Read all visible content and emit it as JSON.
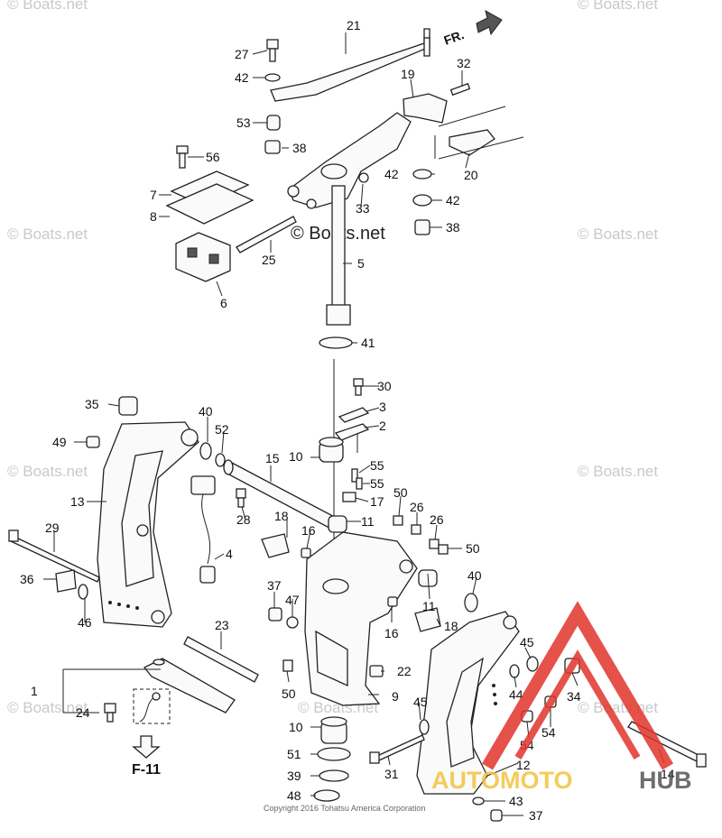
{
  "watermark": {
    "main": "© Boats.net",
    "repeat": "© Boats.net",
    "copyright": "Copyright 2016 Tohatsu America Corporation"
  },
  "direction_label": "FR.",
  "reference_label": "F-11",
  "logo": {
    "part1": "AUTOMOTO",
    "part2": "HUB"
  },
  "callouts": {
    "p1": "1",
    "p2": "2",
    "p3": "3",
    "p4": "4",
    "p5": "5",
    "p6": "6",
    "p7": "7",
    "p8": "8",
    "p9": "9",
    "p10a": "10",
    "p10b": "10",
    "p11a": "11",
    "p11b": "11",
    "p12": "12",
    "p13": "13",
    "p14": "14",
    "p15": "15",
    "p16a": "16",
    "p16b": "16",
    "p17": "17",
    "p18a": "18",
    "p18b": "18",
    "p19": "19",
    "p20": "20",
    "p21": "21",
    "p22": "22",
    "p23": "23",
    "p24": "24",
    "p25": "25",
    "p26a": "26",
    "p26b": "26",
    "p27": "27",
    "p28": "28",
    "p29": "29",
    "p30": "30",
    "p31": "31",
    "p32": "32",
    "p33": "33",
    "p34": "34",
    "p35": "35",
    "p36": "36",
    "p37a": "37",
    "p37b": "37",
    "p38a": "38",
    "p38b": "38",
    "p39": "39",
    "p40a": "40",
    "p40b": "40",
    "p41": "41",
    "p42a": "42",
    "p42b": "42",
    "p42c": "42",
    "p43": "43",
    "p44": "44",
    "p45a": "45",
    "p45b": "45",
    "p46": "46",
    "p47": "47",
    "p48": "48",
    "p49": "49",
    "p50a": "50",
    "p50b": "50",
    "p50c": "50",
    "p51": "51",
    "p52": "52",
    "p53": "53",
    "p54a": "54",
    "p54b": "54",
    "p55a": "55",
    "p55b": "55",
    "p56": "56"
  },
  "colors": {
    "logo_red": "#e0352b",
    "logo_yellow": "#f3c23f",
    "logo_grey": "#555555"
  }
}
